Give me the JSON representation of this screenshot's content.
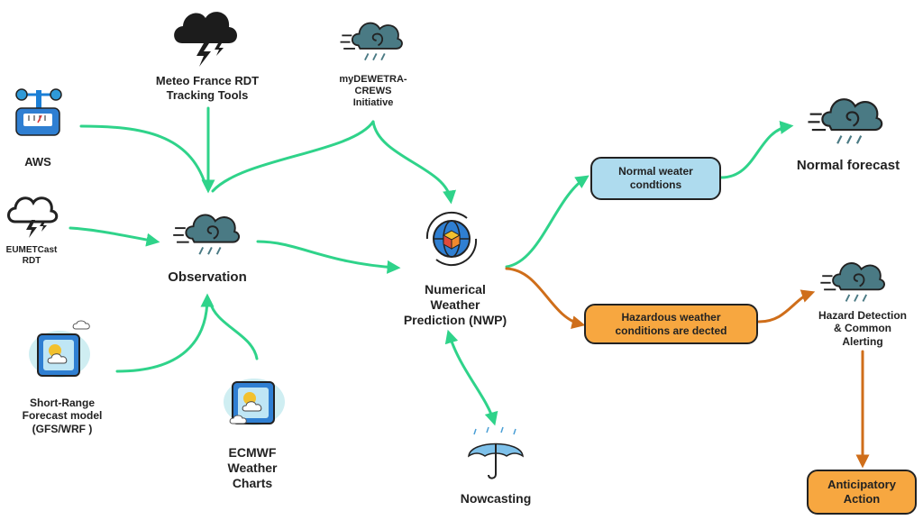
{
  "colors": {
    "green": "#2fd38a",
    "orange": "#cf6e1a",
    "blue_box": "#aedbee",
    "orange_box": "#f7a740"
  },
  "nodes": {
    "meteo_france": {
      "label": "Meteo France RDT\nTracking Tools",
      "icon": "thunderstorm-cloud-icon"
    },
    "mydewetra": {
      "label": "myDEWETRA-\nCREWS\nInitiative",
      "icon": "storm-wind-icon"
    },
    "aws": {
      "label": "AWS",
      "icon": "weather-station-icon"
    },
    "eumetcast": {
      "label": "EUMETCast\nRDT",
      "icon": "storm-cloud-outline-icon"
    },
    "observation": {
      "label": "Observation",
      "icon": "storm-wind-icon"
    },
    "short_range": {
      "label": "Short-Range\nForecast  model\n(GFS/WRF )",
      "icon": "weather-app-icon"
    },
    "ecmwf": {
      "label": "ECMWF\nWeather\nCharts",
      "icon": "weather-app-icon"
    },
    "nwp": {
      "label": "Numerical\nWeather\nPrediction (NWP)",
      "icon": "globe-cube-icon"
    },
    "nowcasting": {
      "label": "Nowcasting",
      "icon": "umbrella-rain-icon"
    },
    "normal_conditions": {
      "label": "Normal weater\ncondtions"
    },
    "hazardous_conditions": {
      "label": "Hazardous weather\nconditions are dected"
    },
    "normal_forecast": {
      "label": "Normal forecast",
      "icon": "storm-wind-icon"
    },
    "hazard_detection": {
      "label": "Hazard Detection\n& Common\nAlerting",
      "icon": "storm-wind-icon"
    },
    "anticipatory_action": {
      "label": "Anticipatory\nAction"
    }
  }
}
